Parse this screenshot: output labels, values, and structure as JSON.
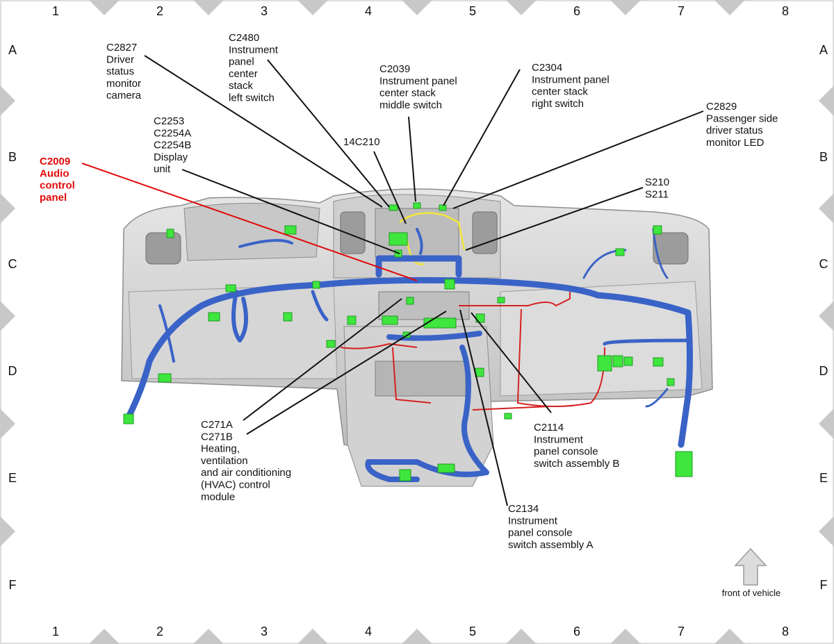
{
  "grid": {
    "columns": [
      "1",
      "2",
      "3",
      "4",
      "5",
      "6",
      "7",
      "8"
    ],
    "rows": [
      "A",
      "B",
      "C",
      "D",
      "E",
      "F"
    ]
  },
  "callouts": [
    {
      "id": "c2827",
      "lines": [
        "C2827",
        "Driver",
        "status",
        "monitor",
        "camera"
      ],
      "color": "#111111"
    },
    {
      "id": "c2480",
      "lines": [
        "C2480",
        "Instrument",
        "panel",
        "center",
        "stack",
        "left switch"
      ],
      "color": "#111111"
    },
    {
      "id": "c2039",
      "lines": [
        "C2039",
        "Instrument panel",
        "center stack",
        "middle switch"
      ],
      "color": "#111111"
    },
    {
      "id": "c2304",
      "lines": [
        "C2304",
        "Instrument panel",
        "center stack",
        "right switch"
      ],
      "color": "#111111"
    },
    {
      "id": "c2829",
      "lines": [
        "C2829",
        "Passenger side",
        "driver status",
        "monitor LED"
      ],
      "color": "#111111"
    },
    {
      "id": "c2253",
      "lines": [
        "C2253",
        "C2254A",
        "C2254B",
        "Display",
        "unit"
      ],
      "color": "#111111"
    },
    {
      "id": "14c210",
      "lines": [
        "14C210"
      ],
      "color": "#111111"
    },
    {
      "id": "c2009",
      "lines": [
        "C2009",
        "Audio",
        "control",
        "panel"
      ],
      "color": "#e10a0a"
    },
    {
      "id": "s210",
      "lines": [
        "S210",
        "S211"
      ],
      "color": "#111111"
    },
    {
      "id": "c271",
      "lines": [
        "C271A",
        "C271B",
        "Heating,",
        "ventilation",
        "and air conditioning",
        "(HVAC) control",
        "module"
      ],
      "color": "#111111"
    },
    {
      "id": "c2114",
      "lines": [
        "C2114",
        "Instrument",
        "panel console",
        "switch assembly B"
      ],
      "color": "#111111"
    },
    {
      "id": "c2134",
      "lines": [
        "C2134",
        "Instrument",
        "panel console",
        "switch assembly A"
      ],
      "color": "#111111"
    }
  ],
  "orientation": {
    "label": "front of vehicle"
  },
  "colors": {
    "harness": "#3a63c7",
    "connector": "#3ee63e",
    "red_wire": "#d62020",
    "yellow_wire": "#f2e63a",
    "leader": "#111111",
    "highlight": "#e10a0a"
  }
}
